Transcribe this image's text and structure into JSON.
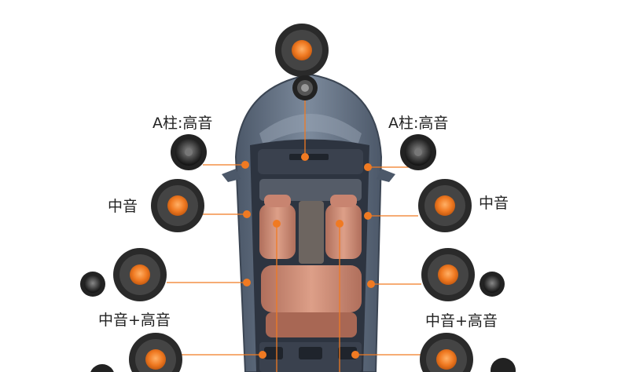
{
  "labels": {
    "a_pillar_left": "A柱:高音",
    "a_pillar_right": "A柱:高音",
    "mid_left": "中音",
    "mid_right": "中音",
    "mid_high_left": "中音+高音",
    "mid_high_right": "中音+高音"
  },
  "colors": {
    "accent": "#f07a22",
    "car_body": "#5d6a7c",
    "seat": "#c88470",
    "speaker_dark": "#2a2a2a"
  }
}
